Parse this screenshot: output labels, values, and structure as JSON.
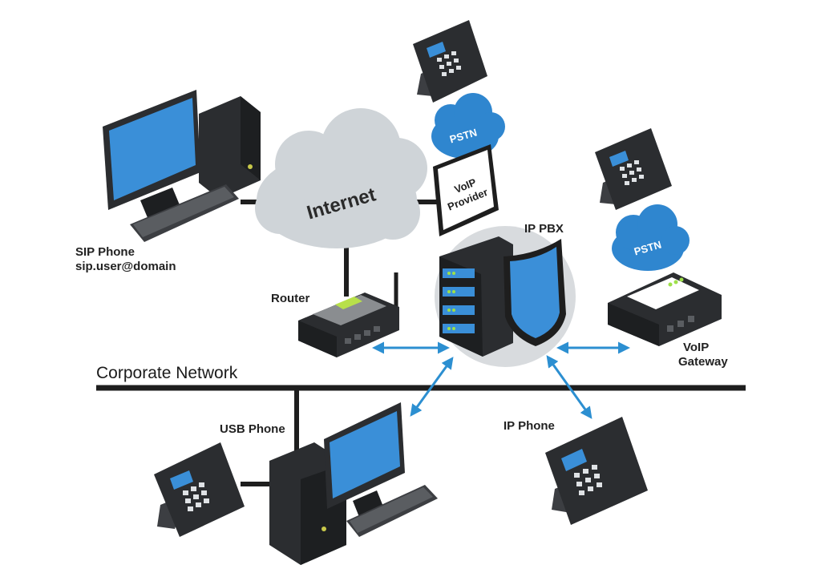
{
  "title": "Corporate Network",
  "labels": {
    "sip_phone": "SIP Phone",
    "sip_address": "sip.user@domain",
    "internet": "Internet",
    "voip_provider_line1": "VoIP",
    "voip_provider_line2": "Provider",
    "pstn_top": "PSTN",
    "pstn_right": "PSTN",
    "ip_pbx": "IP PBX",
    "router": "Router",
    "voip_gateway_line1": "VoIP",
    "voip_gateway_line2": "Gateway",
    "usb_phone": "USB Phone",
    "ip_phone": "IP Phone"
  },
  "colors": {
    "line": "#1e1e1e",
    "arrow": "#2c8fd1",
    "device": "#2b2d30",
    "screen": "#3a8fd8",
    "cloud_gray": "#cfd4d8",
    "cloud_blue": "#2f86cf",
    "shield": "#3b8fd8"
  },
  "icons": [
    "desktop-computer-icon",
    "internet-cloud-icon",
    "pstn-cloud-icon",
    "voip-provider-icon",
    "ip-pbx-server-icon",
    "shield-icon",
    "router-icon",
    "voip-gateway-icon",
    "desk-phone-icon"
  ]
}
